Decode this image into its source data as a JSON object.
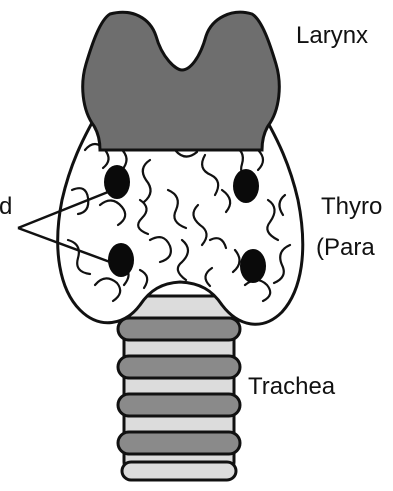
{
  "labels": {
    "larynx": "Larynx",
    "thyroid_line1": "Thyro",
    "thyroid_line2": "(Para",
    "left_cut": "d",
    "trachea": "Trachea"
  },
  "colors": {
    "cartilage": "#6e6e6e",
    "tissue": "#ffffff",
    "outline": "#111111",
    "gland": "#0a0a0a",
    "ring_light": "#dcdcdc",
    "ring_dark": "#8a8a8a"
  },
  "icons": {
    "larynx": "larynx-cartilage-shape",
    "thyroid": "thyroid-lobes-shape",
    "parathyroid": "filled-oval-gland",
    "trachea": "tracheal-rings"
  }
}
